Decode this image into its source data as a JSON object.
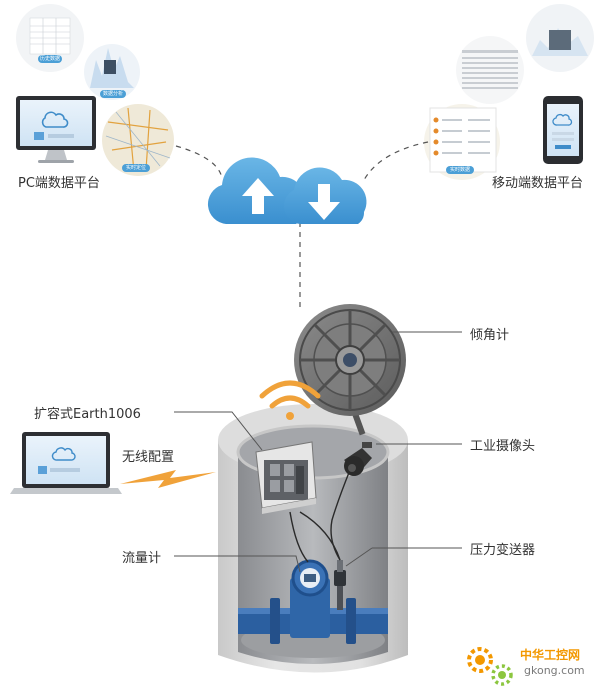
{
  "labels": {
    "pc_platform": "PC端数据平台",
    "mobile_platform": "移动端数据平台",
    "tilt_meter": "倾角计",
    "device": "扩容式Earth1006",
    "camera": "工业摄像头",
    "wireless": "无线配置",
    "flow_meter": "流量计",
    "pressure": "压力变送器"
  },
  "bubbles": {
    "history": "历史数据",
    "analysis": "数据分析",
    "location": "实时定位",
    "realtime": "实时数据"
  },
  "watermark": {
    "cn": "中华工控网",
    "url": "gkong.com"
  },
  "colors": {
    "cloud_blue": "#4b9fd6",
    "wifi_orange": "#f0a23a",
    "pipe_blue": "#2b5fa0",
    "concrete": "#d9d9d9",
    "watermark_orange": "#f39800"
  }
}
